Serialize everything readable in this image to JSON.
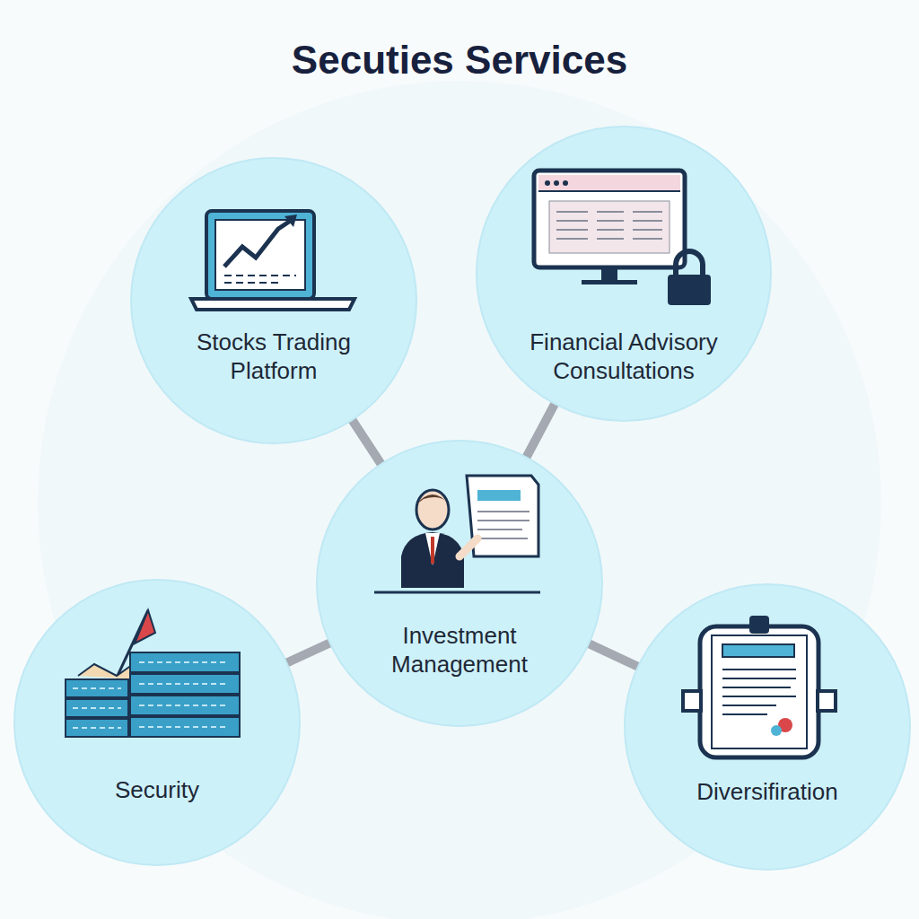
{
  "diagram": {
    "title": "Secuties Services",
    "nodes": [
      {
        "text": [
          "Stocks Trading Platform"
        ]
      },
      {
        "text": [
          "Financial Advisory Consultations"
        ]
      },
      {
        "text": [
          "Investment Management"
        ]
      },
      {
        "text": [
          "Security"
        ]
      },
      {
        "text": [
          "Diversifiration"
        ]
      }
    ],
    "edges": [
      {
        "from": 2,
        "to": 0,
        "arrow": "none"
      },
      {
        "from": 2,
        "to": 1,
        "arrow": "none"
      },
      {
        "from": 2,
        "to": 3,
        "arrow": "none"
      },
      {
        "from": 2,
        "to": 4,
        "arrow": "none"
      }
    ]
  }
}
